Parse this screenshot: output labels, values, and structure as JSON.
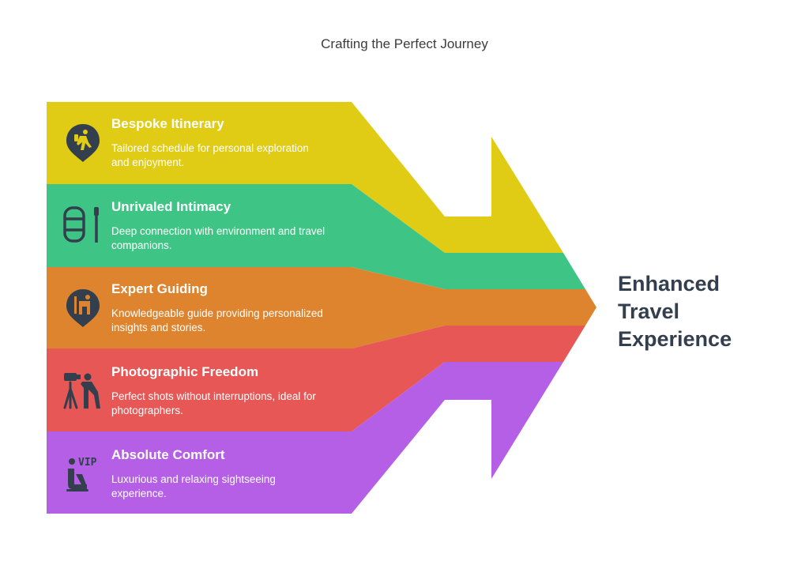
{
  "title": "Crafting the Perfect Journey",
  "outcome": {
    "lines": [
      "Enhanced",
      "Travel",
      "Experience"
    ],
    "color": "#333f4d"
  },
  "bands": [
    {
      "title": "Bespoke Itinerary",
      "description_lines": [
        "Tailored schedule for personal exploration",
        "and enjoyment."
      ],
      "color": "#e0cb15",
      "icon": "hiker-location-icon"
    },
    {
      "title": "Unrivaled Intimacy",
      "description_lines": [
        "Deep connection with environment and travel",
        "companions."
      ],
      "color": "#3ec585",
      "icon": "raft-paddle-icon"
    },
    {
      "title": "Expert Guiding",
      "description_lines": [
        "Knowledgeable guide providing personalized",
        "insights and stories."
      ],
      "color": "#de842f",
      "icon": "guide-location-icon"
    },
    {
      "title": "Photographic Freedom",
      "description_lines": [
        "Perfect shots without interruptions, ideal for",
        "photographers."
      ],
      "color": "#e65755",
      "icon": "photographer-tripod-icon"
    },
    {
      "title": "Absolute Comfort",
      "description_lines": [
        "Luxurious and relaxing sightseeing",
        "experience."
      ],
      "color": "#b55fe6",
      "icon": "vip-seat-icon"
    }
  ]
}
